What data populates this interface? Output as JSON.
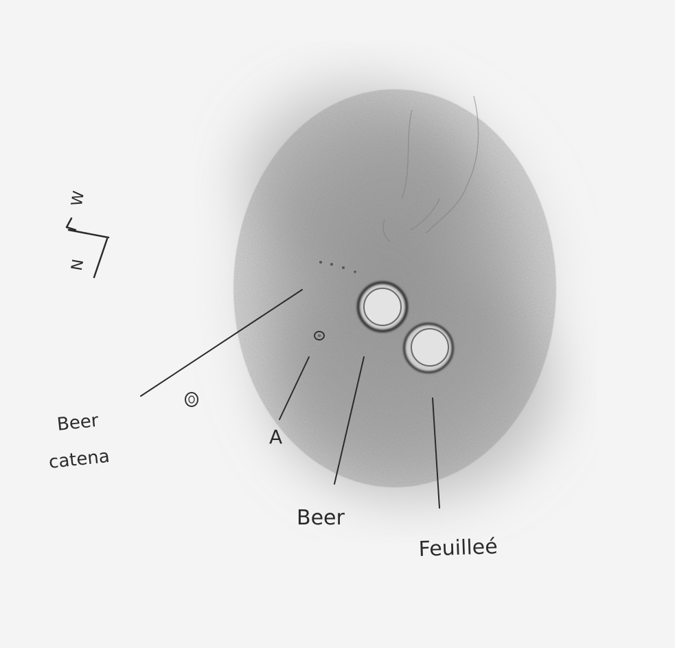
{
  "labels": {
    "beer_catena_line1": "Beer",
    "beer_catena_line2": "catena",
    "crater_a": "A",
    "crater_beer": "Beer",
    "crater_feuillee": "Feuilleé"
  },
  "orientation": {
    "north": "N",
    "west": "W"
  },
  "colors": {
    "paper": "#f4f4f4",
    "shading": "#9a9a9a",
    "pencil": "#2b2b2b"
  }
}
